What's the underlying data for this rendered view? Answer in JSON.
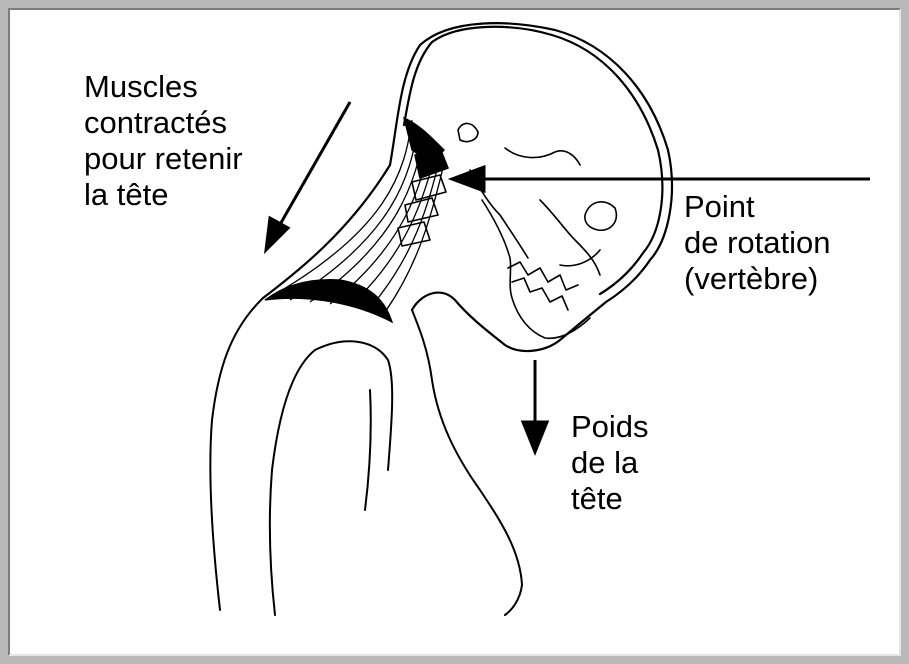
{
  "labels": {
    "muscles": [
      "Muscles",
      "contractés",
      "pour retenir",
      "la tête"
    ],
    "pivot": [
      "Point",
      "de rotation",
      "(vertèbre)"
    ],
    "weight": [
      "Poids",
      "de la",
      "tête"
    ]
  },
  "colors": {
    "frame": "#b9b9b9",
    "background": "#ffffff",
    "ink": "#000000"
  }
}
